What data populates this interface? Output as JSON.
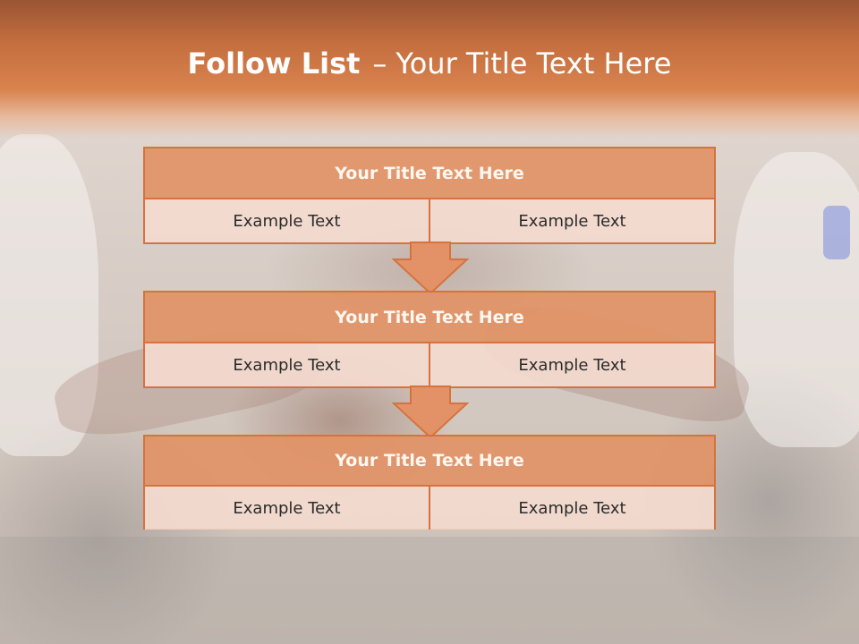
{
  "slide": {
    "title_bold": "Follow List",
    "title_separator": "–",
    "title_rest": "Your Title Text Here"
  },
  "blocks": [
    {
      "title": "Your Title Text Here",
      "left": "Example Text",
      "right": "Example Text"
    },
    {
      "title": "Your Title Text Here",
      "left": "Example Text",
      "right": "Example Text"
    },
    {
      "title": "Your Title Text Here",
      "left": "Example Text",
      "right": "Example Text"
    }
  ],
  "colors": {
    "header": "#C46D3E",
    "block_border": "#D5733F",
    "block_title_fill": "#E29266",
    "cell_fill": "#F4DACE",
    "arrow_fill": "#E29266"
  }
}
